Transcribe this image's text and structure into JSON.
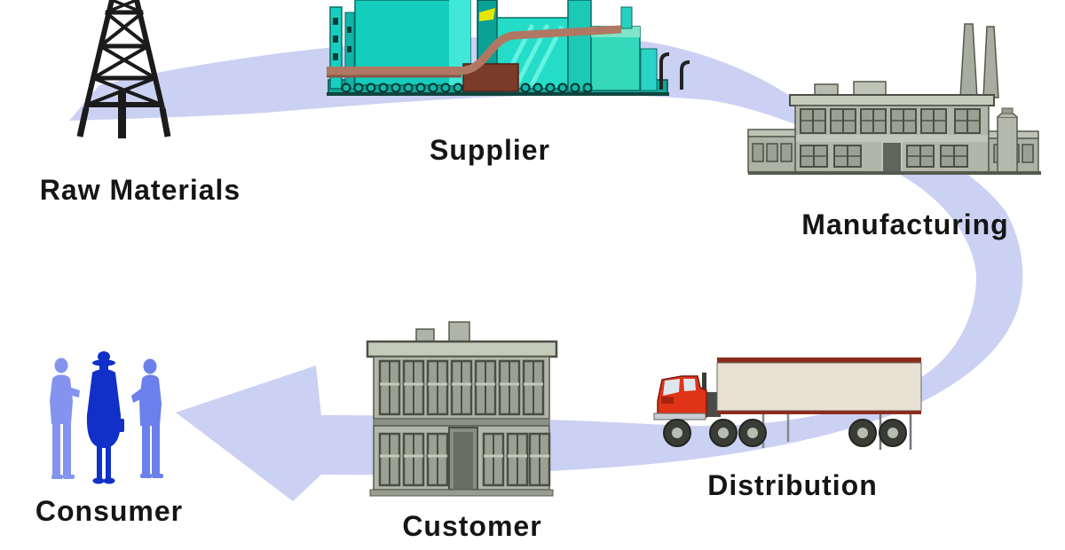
{
  "stages": [
    {
      "label": "Raw Materials",
      "icon": "oil-derrick-icon"
    },
    {
      "label": "Supplier",
      "icon": "industrial-plant-icon"
    },
    {
      "label": "Manufacturing",
      "icon": "factory-icon"
    },
    {
      "label": "Distribution",
      "icon": "semi-truck-icon"
    },
    {
      "label": "Customer",
      "icon": "store-building-icon"
    },
    {
      "label": "Consumer",
      "icon": "people-icon"
    }
  ],
  "colors": {
    "arrow": "#cbd1f3",
    "derrick": "#1b1b1b",
    "supplier_teal": "#14cdbd",
    "supplier_teal_light": "#3fe8d8",
    "pipe_brown": "#b07862",
    "factory_wall": "#b2b6a8",
    "factory_pane": "#9aa092",
    "factory_trim": "#c6cabb",
    "factory_outline": "#4c5044",
    "truck_red": "#e03418",
    "trailer_cream": "#e8e0d2",
    "trailer_stripe": "#8c2c1e",
    "consumer_left": "#8494ee",
    "consumer_center": "#1030c8",
    "consumer_right": "#6c80ec",
    "label_text": "#151515"
  }
}
